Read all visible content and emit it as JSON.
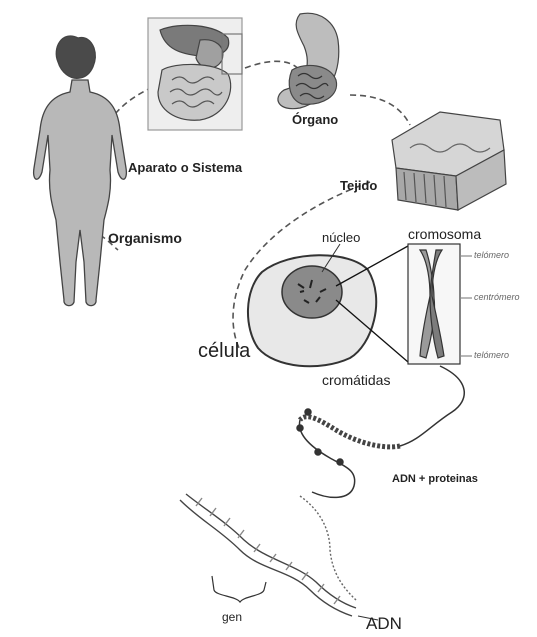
{
  "labels": {
    "organismo": "Organismo",
    "aparato": "Aparato o Sistema",
    "organo": "Órgano",
    "tejido": "Tejido",
    "celula": "célula",
    "nucleo": "núcleo",
    "cromosoma": "cromosoma",
    "telomero_top": "telómero",
    "centromero": "centrómero",
    "telomero_bottom": "telómero",
    "cromatidas": "cromátidas",
    "adn_proteinas": "ADN + proteinas",
    "gen": "gen",
    "adn": "ADN"
  },
  "colors": {
    "figure_fill": "#b8b8b8",
    "outline": "#444444",
    "dashed_path": "#555555",
    "cell_fill": "#e8e8e8",
    "nucleus_fill": "#8a8a8a",
    "chromosome_fill": "#9a9a9a"
  }
}
